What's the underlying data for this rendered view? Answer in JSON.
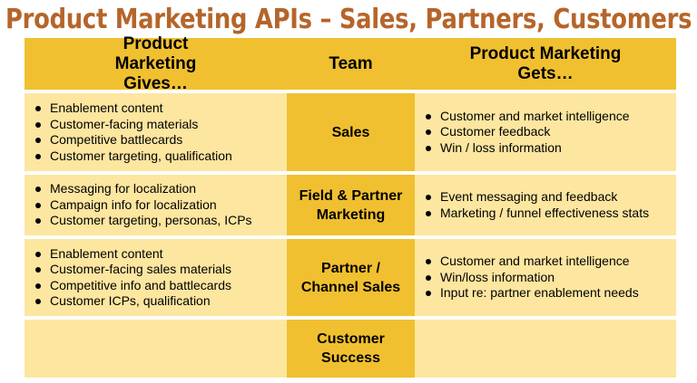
{
  "title": "Product Marketing APIs – Sales, Partners, Customers",
  "headers": {
    "gives": "Product Marketing Gives…",
    "team": "Team",
    "gets": "Product Marketing Gets…"
  },
  "rows": [
    {
      "team": "Sales",
      "gives": [
        "Enablement content",
        "Customer-facing materials",
        "Competitive battlecards",
        "Customer targeting, qualification"
      ],
      "gets": [
        "Customer and market intelligence",
        "Customer feedback",
        "Win / loss information"
      ]
    },
    {
      "team": "Field & Partner Marketing",
      "gives": [
        "Messaging for localization",
        "Campaign info for localization",
        "Customer targeting, personas, ICPs"
      ],
      "gets": [
        "Event messaging and feedback",
        "Marketing / funnel effectiveness stats"
      ]
    },
    {
      "team": "Partner / Channel Sales",
      "gives": [
        "Enablement content",
        "Customer-facing sales materials",
        "Competitive info and battlecards",
        "Customer ICPs, qualification"
      ],
      "gets": [
        "Customer and market intelligence",
        "Win/loss information",
        "Input re: partner enablement needs"
      ]
    },
    {
      "team": "Customer Success",
      "gives": [],
      "gets": []
    }
  ]
}
